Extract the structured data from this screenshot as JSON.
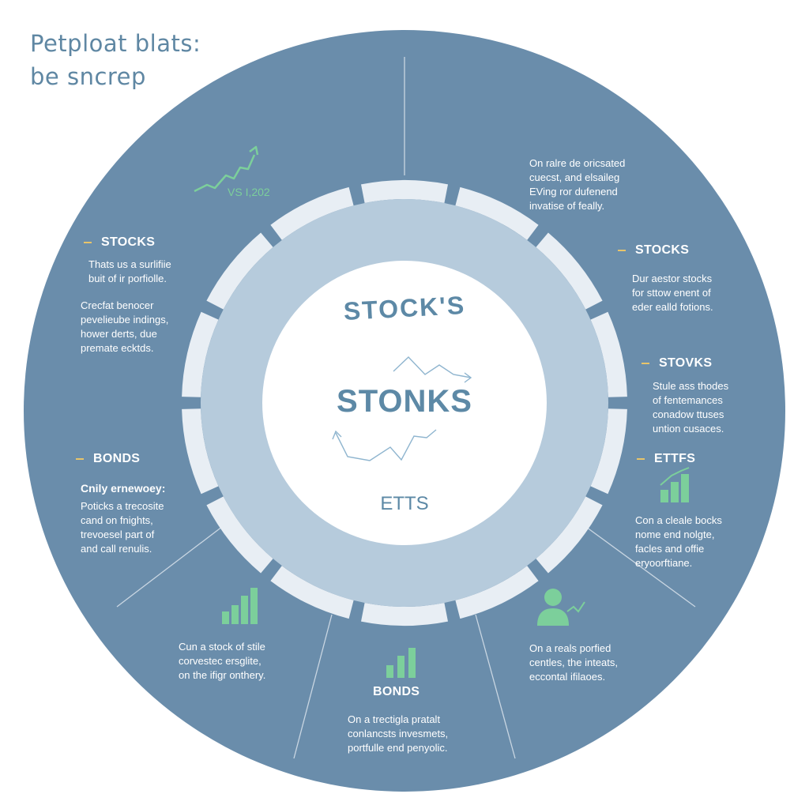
{
  "page": {
    "title_line1": "Petploat blats:",
    "title_line2": "be sncrep"
  },
  "colors": {
    "ring_fill": "#6a8dab",
    "inner_ring": "#b6cbdc",
    "segments": "#e8eef4",
    "center_fill": "#ffffff",
    "center_text": "#5d89a6",
    "accent_green": "#7ccf9b",
    "accent_dash": "#e7c46a",
    "divider": "#c9d6e2"
  },
  "center": {
    "label_top": "STOCK'S",
    "label_main": "STONKS",
    "label_bottom": "ETTS"
  },
  "annotations": {
    "chart_label": "VS I,202"
  },
  "left": {
    "stocks": {
      "heading": "STOCKS",
      "para1": [
        "Thats us a surlifiie",
        "buit of ir porfiolle."
      ],
      "para2": [
        "Crecfat benocer",
        "pevelieube indings,",
        "hower derts, due",
        "premate ecktds."
      ]
    },
    "bonds": {
      "heading": "BONDS",
      "subheading": "Cnily ernewoey:",
      "para": [
        "Poticks a trecosite",
        "cand on fnights,",
        "trevoesel part of",
        "and call renulis."
      ]
    }
  },
  "right": {
    "top_note": [
      "On ralre de oricsated",
      "cuecst, and elsaileg",
      "EVing ror dufenend",
      "invatise of feally."
    ],
    "stocks": {
      "heading": "STOCKS",
      "para": [
        "Dur aestor stocks",
        "for sttow enent of",
        "eder ealld fotions."
      ]
    },
    "stovks": {
      "heading": "STOVKS",
      "para": [
        "Stule ass thodes",
        "of fentemances",
        "conadow ttuses",
        "untion cusaces."
      ]
    },
    "etffs": {
      "heading": "ETTFS",
      "para": [
        "Con a cleale bocks",
        "nome end nolgte,",
        "facles and offie",
        "eryoorftiane."
      ]
    }
  },
  "bottom": {
    "left": {
      "para": [
        "Cun a stock of stile",
        "corvestec ersglite,",
        "on the ifigr onthery."
      ]
    },
    "center": {
      "heading": "BONDS",
      "para": [
        "On a trectigla pratalt",
        "conlancsts invesmets,",
        "portfulle end penyolic."
      ]
    },
    "right": {
      "para": [
        "On a reals porfied",
        "centles, the inteats,",
        "eccontal ifilaoes."
      ]
    }
  }
}
